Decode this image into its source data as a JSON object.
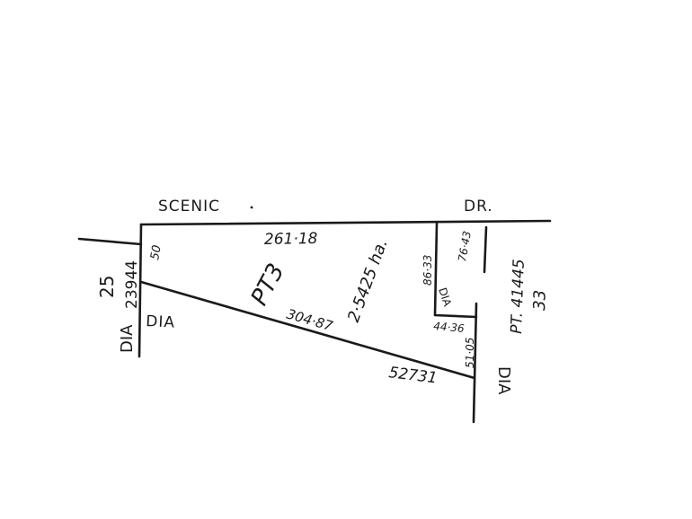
{
  "road": {
    "name_left": "SCENIC",
    "name_right": "DR."
  },
  "lot": {
    "name": "PT3",
    "area": "2·5425 ha.",
    "plan_number": "52731"
  },
  "measurements": {
    "north_boundary": "261·18",
    "west_boundary": "50",
    "south_boundary": "304·87",
    "notch_west": "86·33",
    "notch_south": "44·36",
    "east_boundary": "51·05",
    "east_frontage": "76·43"
  },
  "adjoining": {
    "west_part": "25",
    "west_plan": "23944",
    "west_dia": "DIA",
    "south_dia": "DIA",
    "notch_dia": "DIA",
    "east_plan": "PT. 41445",
    "east_part": "33",
    "east_dia": "DIA"
  },
  "colors": {
    "ink": "#1a1a1a",
    "paper": "#ffffff"
  }
}
